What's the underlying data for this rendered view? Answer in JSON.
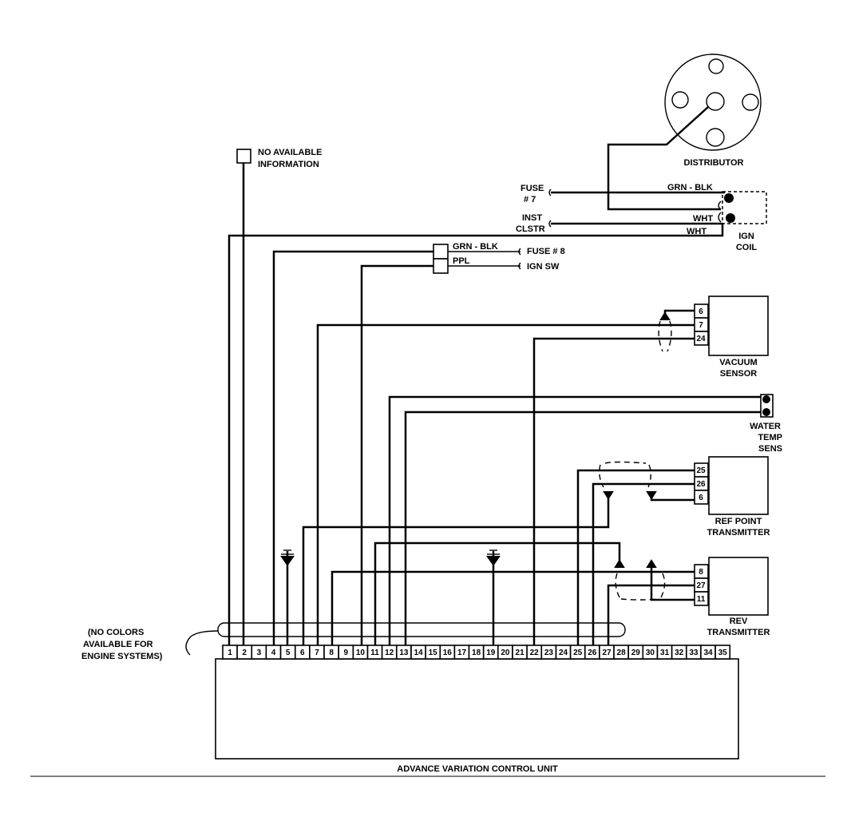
{
  "components": {
    "no_info": [
      "NO AVAILABLE",
      "INFORMATION"
    ],
    "distributor": "DISTRIBUTOR",
    "ign_coil": [
      "IGN",
      "COIL"
    ],
    "vacuum_sensor": [
      "VACUUM",
      "SENSOR"
    ],
    "water_temp": [
      "WATER",
      "TEMP",
      "SENS"
    ],
    "ref_point": [
      "REF  POINT",
      "TRANSMITTER"
    ],
    "rev_transmitter": [
      "REV",
      "TRANSMITTER"
    ],
    "control_unit": "ADVANCE VARIATION CONTROL UNIT"
  },
  "sources": {
    "fuse7": [
      "FUSE",
      "# 7"
    ],
    "inst_clstr": [
      "INST",
      "CLSTR"
    ],
    "fuse8": "FUSE # 8",
    "ign_sw": "IGN  SW"
  },
  "wire_colors": {
    "grn_blk_coil": "GRN - BLK",
    "wht_1": "WHT",
    "wht_2": "WHT",
    "grn_blk_fuse8": "GRN - BLK",
    "ppl": "PPL"
  },
  "connector_pins": {
    "vacuum": [
      "6",
      "7",
      "24"
    ],
    "ref_point": [
      "25",
      "26",
      "6"
    ],
    "rev": [
      "8",
      "27",
      "11"
    ]
  },
  "note": [
    "(NO COLORS",
    "AVAILABLE FOR",
    "ENGINE SYSTEMS)"
  ],
  "terminals": [
    "1",
    "2",
    "3",
    "4",
    "5",
    "6",
    "7",
    "8",
    "9",
    "10",
    "11",
    "12",
    "13",
    "14",
    "15",
    "16",
    "17",
    "18",
    "19",
    "20",
    "21",
    "22",
    "23",
    "24",
    "25",
    "26",
    "27",
    "28",
    "29",
    "30",
    "31",
    "32",
    "33",
    "34",
    "35"
  ]
}
